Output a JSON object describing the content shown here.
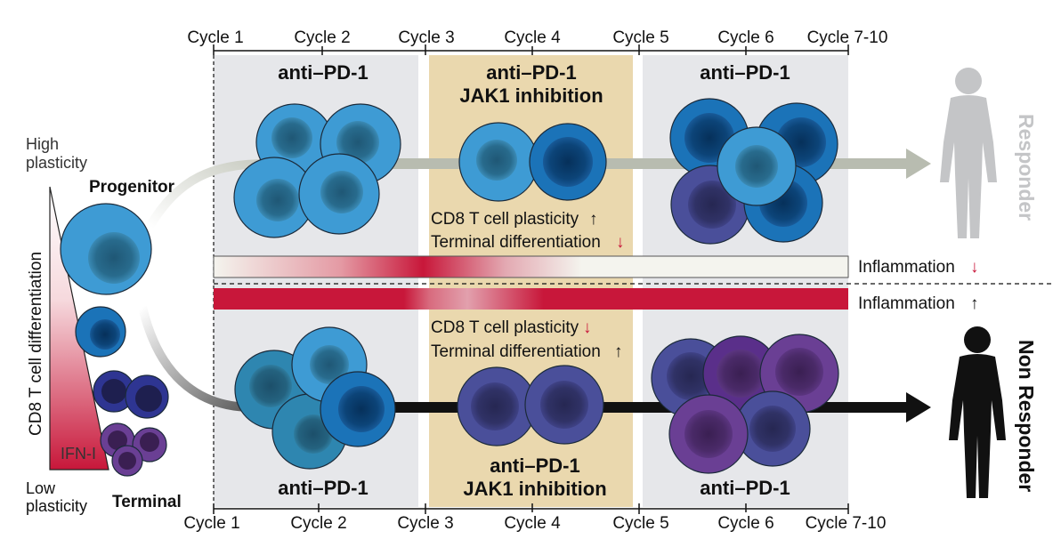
{
  "cycles_top": [
    "Cycle 1",
    "Cycle 2",
    "Cycle 3",
    "Cycle 4",
    "Cycle 5",
    "Cycle 6",
    "Cycle 7-10"
  ],
  "cycles_bottom": [
    "Cycle 1",
    "Cycle 2",
    "Cycle 3",
    "Cycle 4",
    "Cycle 5",
    "Cycle 6",
    "Cycle 7-10"
  ],
  "responder_panel": {
    "phase1_label": "anti–PD-1",
    "phase2_label_line1": "anti–PD-1",
    "phase2_label_line2": "JAK1 inhibition",
    "phase3_label": "anti–PD-1",
    "plasticity_text": "CD8 T cell plasticity",
    "plasticity_arrow": "↑",
    "terminal_text": "Terminal differentiation",
    "terminal_arrow": "↓",
    "outcome": "Responder"
  },
  "nonresponder_panel": {
    "phase1_label": "anti–PD-1",
    "phase2_label_line1": "anti–PD-1",
    "phase2_label_line2": "JAK1 inhibition",
    "phase3_label": "anti–PD-1",
    "plasticity_text": "CD8 T cell plasticity",
    "plasticity_arrow": "↓",
    "terminal_text": "Terminal differentiation",
    "terminal_arrow": "↑",
    "outcome": "Non Responder"
  },
  "inflammation": {
    "upper_text": "Inflammation",
    "upper_arrow": "↓",
    "lower_text": "Inflammation",
    "lower_arrow": "↑"
  },
  "left_scale": {
    "high_line1": "High",
    "high_line2": "plasticity",
    "low_line1": "Low",
    "low_line2": "plasticity",
    "axis_label": "CD8 T cell differentiation",
    "ifn_label": "IFN-I",
    "progenitor_label": "Progenitor",
    "terminal_label": "Terminal"
  },
  "colors": {
    "panel_gray": "#e6e7ea",
    "jak_tan": "#ead8ae",
    "inflammation_red": "#c8173a",
    "arrow_gray": "#b8bcb0",
    "arrow_black": "#111111",
    "light_blue": "#3e9bd4",
    "mid_blue": "#1b73b8",
    "indigo": "#4a4f9a",
    "purple": "#6a3f94",
    "red_arrow": "#c8173a",
    "responder_gray": "#c4c5c7"
  }
}
